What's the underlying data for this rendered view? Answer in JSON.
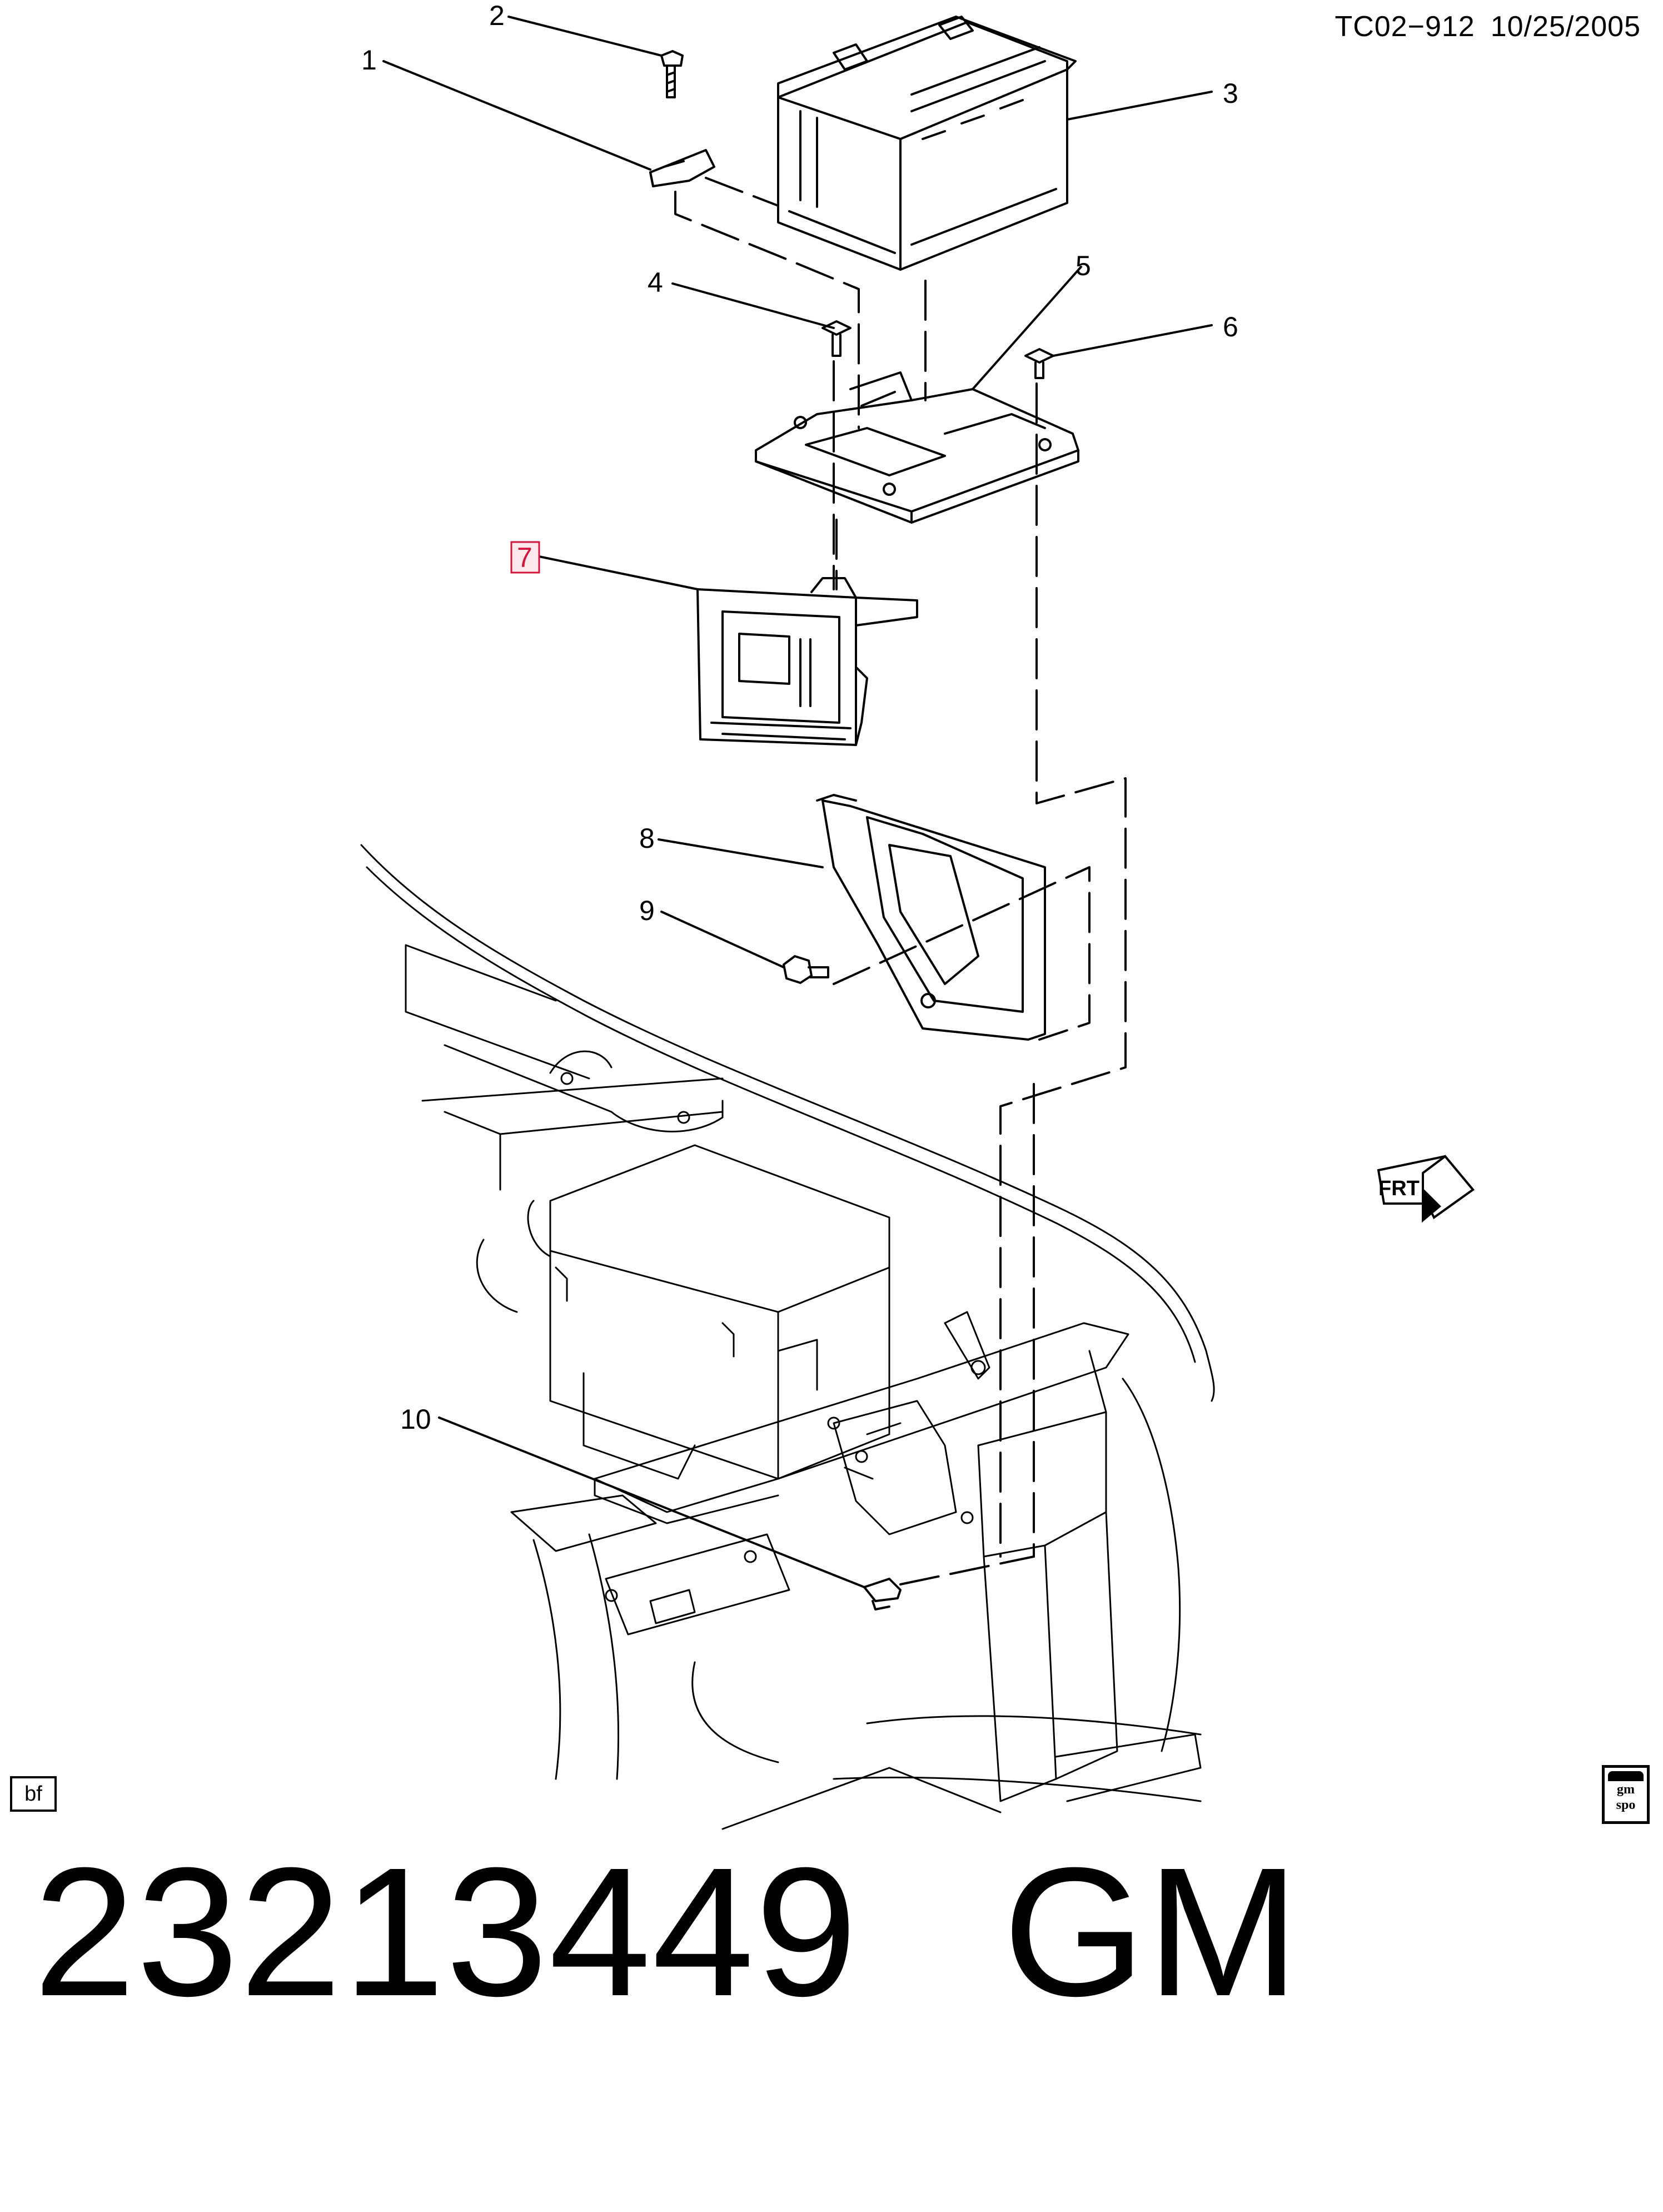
{
  "header": {
    "code": "TC02−912",
    "date": "10/25/2005"
  },
  "callouts": [
    "1",
    "2",
    "3",
    "4",
    "5",
    "6",
    "7",
    "8",
    "9",
    "10"
  ],
  "highlighted_callout": "7",
  "part_number": "23213449",
  "brand": "GM",
  "badges": {
    "bf": "bf",
    "gm": "gm",
    "spo": "spo",
    "front_arrow": "FRT"
  },
  "icons": [
    "front-arrow-icon",
    "gm-spo-logo-icon"
  ],
  "colors": {
    "highlight_fill": "#fde8ee",
    "highlight_stroke": "#d2143a",
    "line": "#000000"
  }
}
